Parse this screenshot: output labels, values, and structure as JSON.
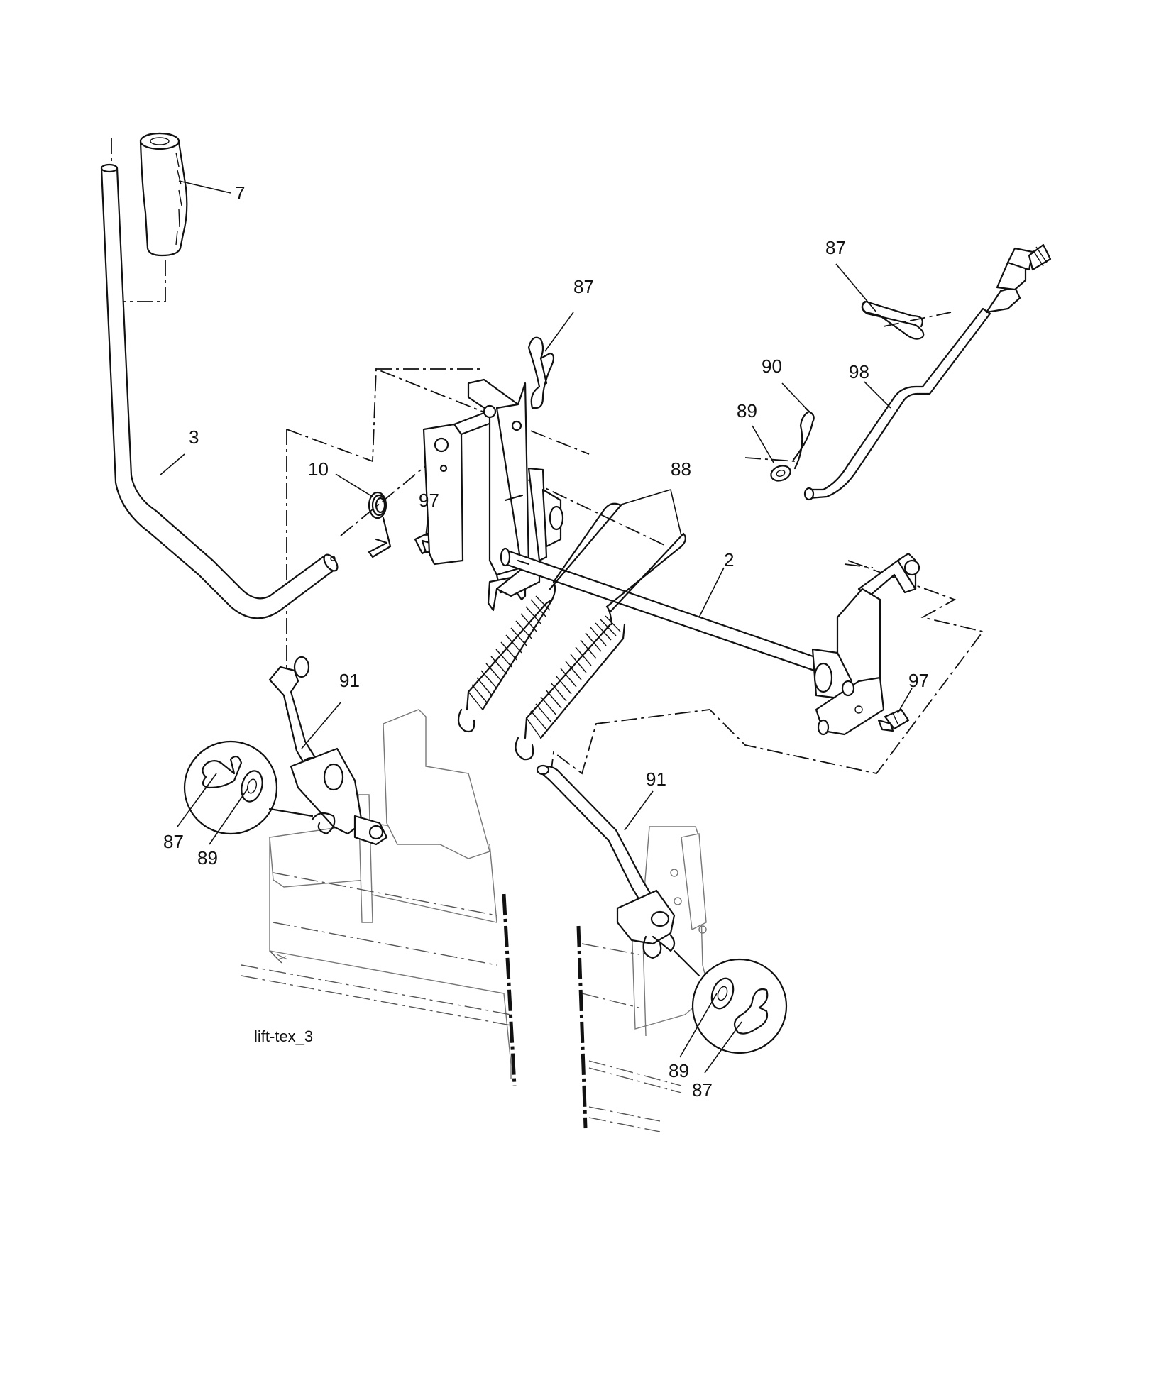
{
  "diagram": {
    "caption": "lift-tex_3",
    "callouts": [
      {
        "id": "c7",
        "label": "7"
      },
      {
        "id": "c3",
        "label": "3"
      },
      {
        "id": "c10",
        "label": "10"
      },
      {
        "id": "c97a",
        "label": "97"
      },
      {
        "id": "c87a",
        "label": "87"
      },
      {
        "id": "c88",
        "label": "88"
      },
      {
        "id": "c2",
        "label": "2"
      },
      {
        "id": "c87b",
        "label": "87"
      },
      {
        "id": "c90",
        "label": "90"
      },
      {
        "id": "c98",
        "label": "98"
      },
      {
        "id": "c89a",
        "label": "89"
      },
      {
        "id": "c97b",
        "label": "97"
      },
      {
        "id": "c91a",
        "label": "91"
      },
      {
        "id": "c87c",
        "label": "87"
      },
      {
        "id": "c89b",
        "label": "89"
      },
      {
        "id": "c91b",
        "label": "91"
      },
      {
        "id": "c89c",
        "label": "89"
      },
      {
        "id": "c87d",
        "label": "87"
      }
    ]
  }
}
